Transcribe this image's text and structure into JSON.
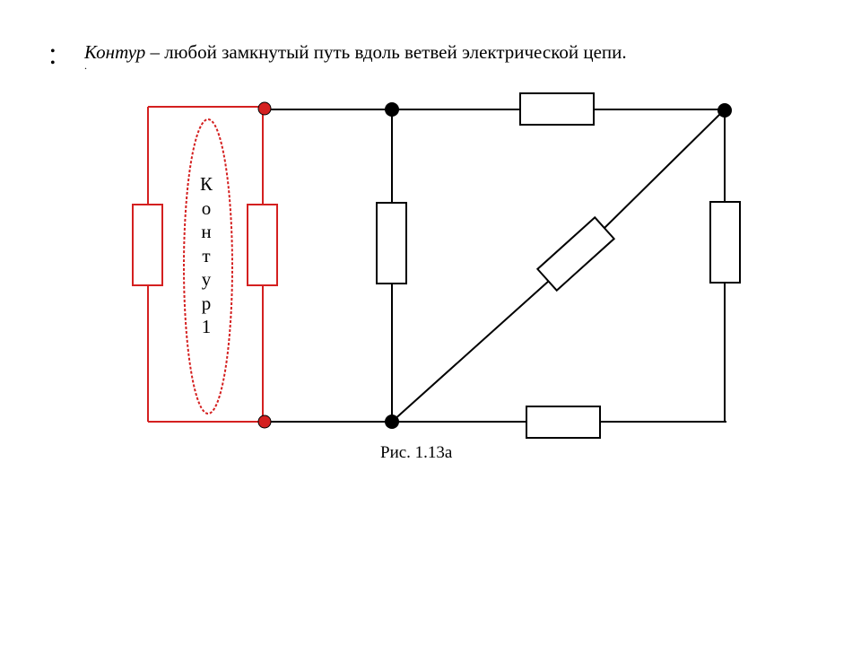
{
  "definition": {
    "term": "Контур",
    "text": " – любой замкнутый путь вдоль ветвей электрической цепи.",
    "second_line": "."
  },
  "contour_label": "К\nо\nн\nт\nу\nр\n1",
  "caption": "Рис. 1.13а",
  "colors": {
    "contour": "#d42020",
    "wire": "#000000",
    "background": "#ffffff"
  }
}
